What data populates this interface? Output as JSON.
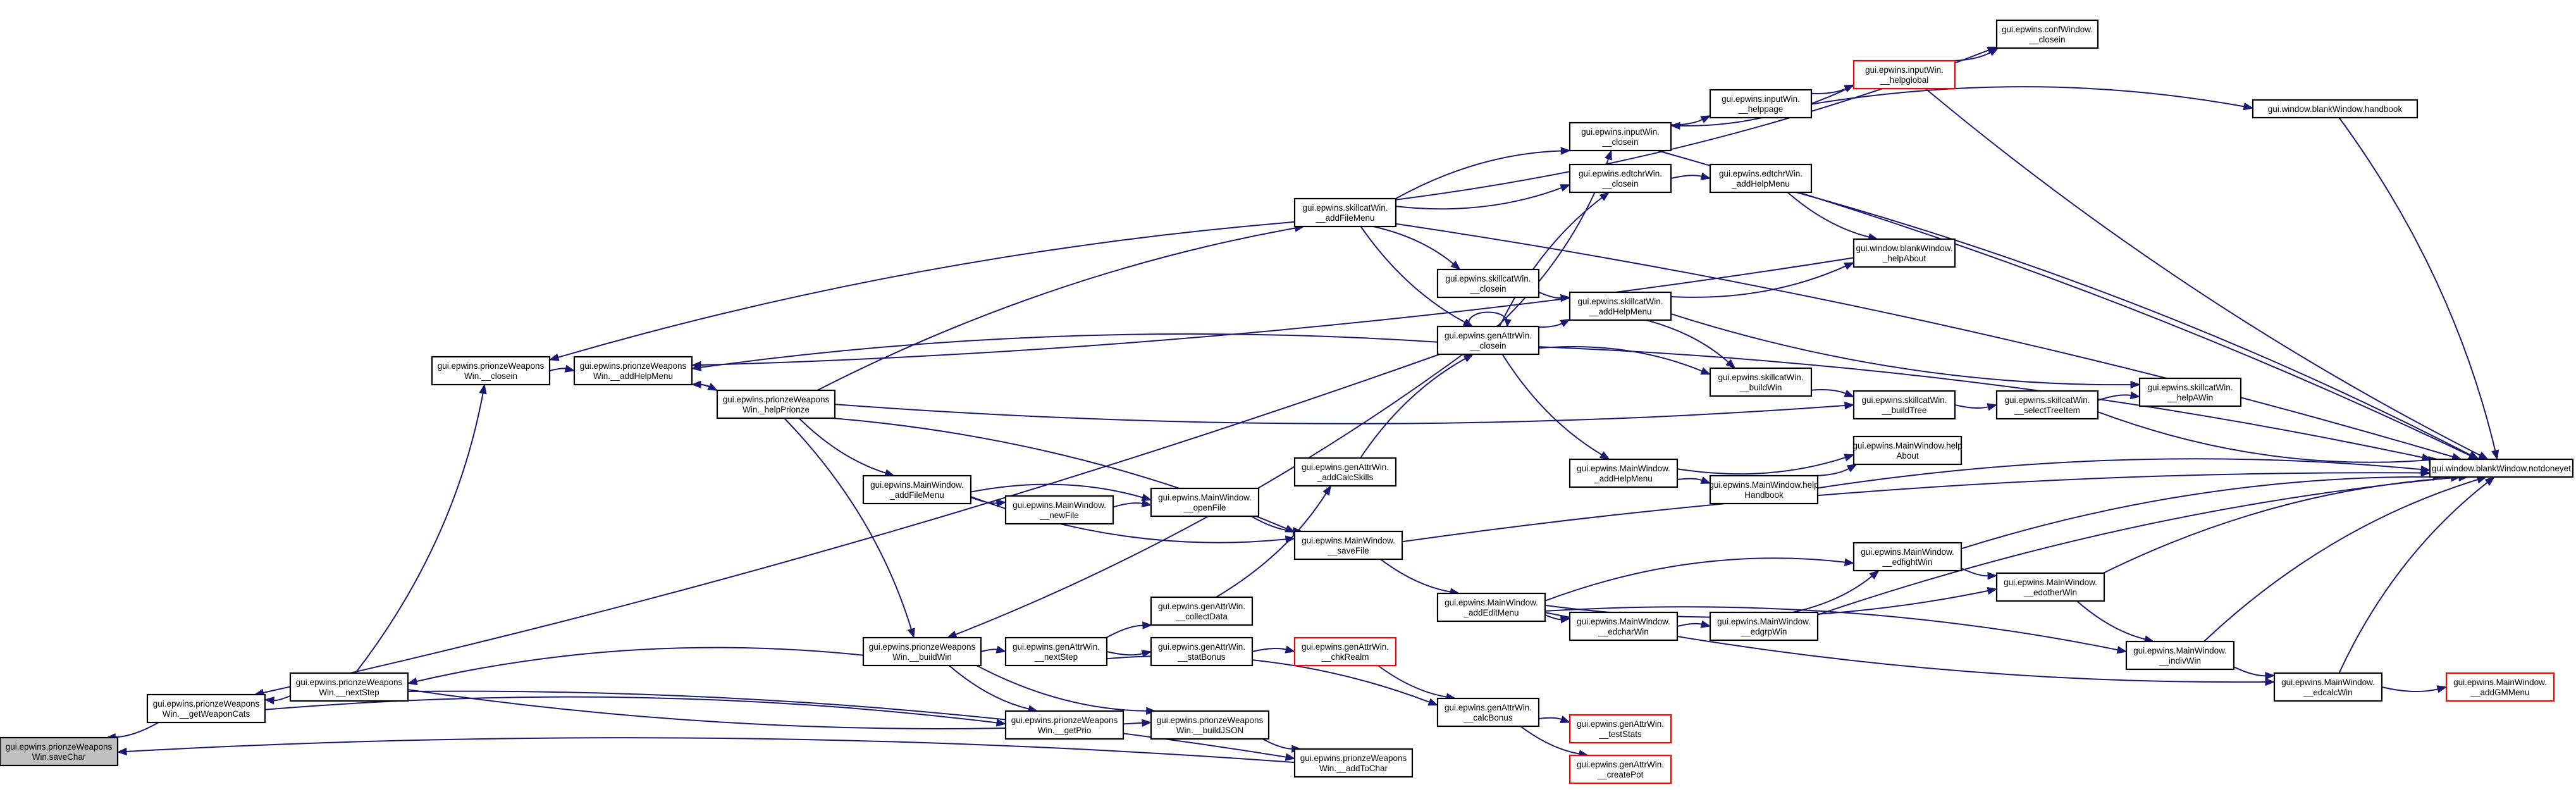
{
  "colors": {
    "edge": "#191970",
    "box_border": "#000000",
    "box_fill": "#ffffff",
    "truncated_border": "#ff0000",
    "focus_fill": "#bfbfbf"
  },
  "nodes": [
    {
      "id": "saveChar",
      "lines": [
        "gui.epwins.prionzeWeapons",
        "Win.saveChar"
      ],
      "style": "focus"
    },
    {
      "id": "getWeaponCats",
      "lines": [
        "gui.epwins.prionzeWeapons",
        "Win.__getWeaponCats"
      ],
      "style": "normal"
    },
    {
      "id": "nextStepP",
      "lines": [
        "gui.epwins.prionzeWeapons",
        "Win.__nextStep"
      ],
      "style": "normal"
    },
    {
      "id": "closeinP",
      "lines": [
        "gui.epwins.prionzeWeapons",
        "Win.__closein"
      ],
      "style": "normal"
    },
    {
      "id": "addHelpMenuP",
      "lines": [
        "gui.epwins.prionzeWeapons",
        "Win.__addHelpMenu"
      ],
      "style": "normal"
    },
    {
      "id": "helpPrionze",
      "lines": [
        "gui.epwins.prionzeWeapons",
        "Win._helpPrionze"
      ],
      "style": "normal"
    },
    {
      "id": "buildWinP",
      "lines": [
        "gui.epwins.prionzeWeapons",
        "Win.__buildWin"
      ],
      "style": "normal"
    },
    {
      "id": "getPrio",
      "lines": [
        "gui.epwins.prionzeWeapons",
        "Win.__getPrio"
      ],
      "style": "normal"
    },
    {
      "id": "buildJSON",
      "lines": [
        "gui.epwins.prionzeWeapons",
        "Win.__buildJSON"
      ],
      "style": "normal"
    },
    {
      "id": "addToChar",
      "lines": [
        "gui.epwins.prionzeWeapons",
        "Win.__addToChar"
      ],
      "style": "normal"
    },
    {
      "id": "mwAddFileMenu",
      "lines": [
        "gui.epwins.MainWindow.",
        "_addFileMenu"
      ],
      "style": "normal"
    },
    {
      "id": "mwNewFile",
      "lines": [
        "gui.epwins.MainWindow.",
        "__newFile"
      ],
      "style": "normal"
    },
    {
      "id": "mwOpenFile",
      "lines": [
        "gui.epwins.MainWindow.",
        "__openFile"
      ],
      "style": "normal"
    },
    {
      "id": "mwSaveFile",
      "lines": [
        "gui.epwins.MainWindow.",
        "__saveFile"
      ],
      "style": "normal"
    },
    {
      "id": "gaNextStep",
      "lines": [
        "gui.epwins.genAttrWin.",
        "__nextStep"
      ],
      "style": "normal"
    },
    {
      "id": "gaCollectData",
      "lines": [
        "gui.epwins.genAttrWin.",
        "__collectData"
      ],
      "style": "normal"
    },
    {
      "id": "gaStatBonus",
      "lines": [
        "gui.epwins.genAttrWin.",
        "__statBonus"
      ],
      "style": "normal"
    },
    {
      "id": "gaAddCalcSkills",
      "lines": [
        "gui.epwins.genAttrWin.",
        "_addCalcSkills"
      ],
      "style": "normal"
    },
    {
      "id": "gaChkRealm",
      "lines": [
        "gui.epwins.genAttrWin.",
        "__chkRealm"
      ],
      "style": "truncated"
    },
    {
      "id": "gaCalcBonus",
      "lines": [
        "gui.epwins.genAttrWin.",
        "__calcBonus"
      ],
      "style": "normal"
    },
    {
      "id": "gaTestStats",
      "lines": [
        "gui.epwins.genAttrWin.",
        "__testStats"
      ],
      "style": "truncated"
    },
    {
      "id": "gaCreatePot",
      "lines": [
        "gui.epwins.genAttrWin.",
        "__createPot"
      ],
      "style": "truncated"
    },
    {
      "id": "skAddFileMenu",
      "lines": [
        "gui.epwins.skillcatWin.",
        "__addFileMenu"
      ],
      "style": "normal"
    },
    {
      "id": "skCloseinSmall",
      "lines": [
        "gui.epwins.skillcatWin.",
        "__closein"
      ],
      "style": "normal"
    },
    {
      "id": "gaClosein",
      "lines": [
        "gui.epwins.genAttrWin.",
        "__closein"
      ],
      "style": "normal"
    },
    {
      "id": "skAddHelpMenu",
      "lines": [
        "gui.epwins.skillcatWin.",
        "__addHelpMenu"
      ],
      "style": "normal"
    },
    {
      "id": "skBuildWin",
      "lines": [
        "gui.epwins.skillcatWin.",
        "__buildWin"
      ],
      "style": "normal"
    },
    {
      "id": "skBuildTree",
      "lines": [
        "gui.epwins.skillcatWin.",
        "__buildTree"
      ],
      "style": "normal"
    },
    {
      "id": "skSelectTreeItem",
      "lines": [
        "gui.epwins.skillcatWin.",
        "__selectTreeItem"
      ],
      "style": "normal"
    },
    {
      "id": "skHelpAWin",
      "lines": [
        "gui.epwins.skillcatWin.",
        "__helpAWin"
      ],
      "style": "normal"
    },
    {
      "id": "edCharClosein",
      "lines": [
        "gui.epwins.edtchrWin.",
        "__closein"
      ],
      "style": "normal"
    },
    {
      "id": "edCharHelpMenu",
      "lines": [
        "gui.epwins.edtchrWin.",
        "_addHelpMenu"
      ],
      "style": "normal"
    },
    {
      "id": "inputClosein",
      "lines": [
        "gui.epwins.inputWin.",
        "__closein"
      ],
      "style": "normal"
    },
    {
      "id": "inputHelppage",
      "lines": [
        "gui.epwins.inputWin.",
        "__helppage"
      ],
      "style": "normal"
    },
    {
      "id": "inputHelpglobal",
      "lines": [
        "gui.epwins.inputWin.",
        "__helpglobal"
      ],
      "style": "truncated"
    },
    {
      "id": "confClosein",
      "lines": [
        "gui.epwins.confWindow.",
        "__closein"
      ],
      "style": "normal"
    },
    {
      "id": "bwHandbook",
      "lines": [
        "gui.window.blankWindow.handbook"
      ],
      "style": "normal"
    },
    {
      "id": "bwHelpAbout",
      "lines": [
        "gui.window.blankWindow.",
        "_helpAbout"
      ],
      "style": "normal"
    },
    {
      "id": "bwNotdoneyet",
      "lines": [
        "gui.window.blankWindow.notdoneyet"
      ],
      "style": "normal"
    },
    {
      "id": "mwAddHelpMenu",
      "lines": [
        "gui.epwins.MainWindow.",
        "_addHelpMenu"
      ],
      "style": "normal"
    },
    {
      "id": "mwHelpHandbook",
      "lines": [
        "gui.epwins.MainWindow.help",
        "Handbook"
      ],
      "style": "normal"
    },
    {
      "id": "mwHelpAbout",
      "lines": [
        "gui.epwins.MainWindow.help",
        "About"
      ],
      "style": "normal"
    },
    {
      "id": "mwAddEditMenu",
      "lines": [
        "gui.epwins.MainWindow.",
        "_addEditMenu"
      ],
      "style": "normal"
    },
    {
      "id": "mwEdcharWin",
      "lines": [
        "gui.epwins.MainWindow.",
        "__edcharWin"
      ],
      "style": "normal"
    },
    {
      "id": "mwEdgrpWin",
      "lines": [
        "gui.epwins.MainWindow.",
        "__edgrpWin"
      ],
      "style": "normal"
    },
    {
      "id": "mwEdfightWin",
      "lines": [
        "gui.epwins.MainWindow.",
        "__edfightWin"
      ],
      "style": "normal"
    },
    {
      "id": "mwEdotherWin",
      "lines": [
        "gui.epwins.MainWindow.",
        "__edotherWin"
      ],
      "style": "normal"
    },
    {
      "id": "mwIndivWin",
      "lines": [
        "gui.epwins.MainWindow.",
        "__indivWin"
      ],
      "style": "normal"
    },
    {
      "id": "mwEdcalcWin",
      "lines": [
        "gui.epwins.MainWindow.",
        "__edcalcWin"
      ],
      "style": "normal"
    },
    {
      "id": "mwAddGMMenu",
      "lines": [
        "gui.epwins.MainWindow.",
        "__addGMMenu"
      ],
      "style": "truncated"
    }
  ],
  "edges": [
    [
      "getWeaponCats",
      "saveChar"
    ],
    [
      "addToChar",
      "saveChar"
    ],
    [
      "nextStepP",
      "getWeaponCats"
    ],
    [
      "buildWinP",
      "nextStepP"
    ],
    [
      "gaClosein",
      "getWeaponCats"
    ],
    [
      "nextStepP",
      "closeinP"
    ],
    [
      "getWeaponCats",
      "getPrio"
    ],
    [
      "nextStepP",
      "buildJSON"
    ],
    [
      "nextStepP",
      "addToChar"
    ],
    [
      "buildJSON",
      "addToChar"
    ],
    [
      "closeinP",
      "addHelpMenuP"
    ],
    [
      "helpPrionze",
      "addHelpMenuP"
    ],
    [
      "addHelpMenuP",
      "helpPrionze"
    ],
    [
      "gaClosein",
      "addHelpMenuP"
    ],
    [
      "bwHelpAbout",
      "addHelpMenuP"
    ],
    [
      "skAddFileMenu",
      "closeinP"
    ],
    [
      "helpPrionze",
      "skAddFileMenu"
    ],
    [
      "helpPrionze",
      "mwAddFileMenu"
    ],
    [
      "helpPrionze",
      "buildWinP"
    ],
    [
      "helpPrionze",
      "skBuildTree"
    ],
    [
      "helpPrionze",
      "mwSaveFile"
    ],
    [
      "buildWinP",
      "getPrio"
    ],
    [
      "buildWinP",
      "gaNextStep"
    ],
    [
      "buildWinP",
      "buildJSON"
    ],
    [
      "gaClosein",
      "buildWinP"
    ],
    [
      "mwAddFileMenu",
      "mwNewFile"
    ],
    [
      "mwAddFileMenu",
      "mwOpenFile"
    ],
    [
      "mwAddFileMenu",
      "mwSaveFile"
    ],
    [
      "mwNewFile",
      "mwOpenFile"
    ],
    [
      "mwOpenFile",
      "mwSaveFile"
    ],
    [
      "gaNextStep",
      "gaCollectData"
    ],
    [
      "gaNextStep",
      "gaStatBonus"
    ],
    [
      "gaNextStep",
      "gaCalcBonus"
    ],
    [
      "gaCollectData",
      "gaAddCalcSkills"
    ],
    [
      "gaStatBonus",
      "gaChkRealm"
    ],
    [
      "gaChkRealm",
      "gaCalcBonus"
    ],
    [
      "gaCalcBonus",
      "gaTestStats"
    ],
    [
      "gaCalcBonus",
      "gaCreatePot"
    ],
    [
      "gaAddCalcSkills",
      "gaClosein"
    ],
    [
      "skAddFileMenu",
      "confClosein"
    ],
    [
      "skAddFileMenu",
      "inputClosein"
    ],
    [
      "skAddFileMenu",
      "edCharClosein"
    ],
    [
      "skAddFileMenu",
      "skCloseinSmall"
    ],
    [
      "skAddFileMenu",
      "gaClosein"
    ],
    [
      "skAddFileMenu",
      "bwNotdoneyet"
    ],
    [
      "skCloseinSmall",
      "skAddHelpMenu"
    ],
    [
      "gaClosein",
      "gaClosein"
    ],
    [
      "gaClosein",
      "inputClosein"
    ],
    [
      "gaClosein",
      "edCharClosein"
    ],
    [
      "gaClosein",
      "skAddHelpMenu"
    ],
    [
      "gaClosein",
      "skBuildWin"
    ],
    [
      "gaClosein",
      "mwAddHelpMenu"
    ],
    [
      "gaClosein",
      "bwNotdoneyet"
    ],
    [
      "inputClosein",
      "inputHelppage"
    ],
    [
      "inputClosein",
      "bwNotdoneyet"
    ],
    [
      "inputHelppage",
      "inputHelpglobal"
    ],
    [
      "inputHelppage",
      "bwHandbook"
    ],
    [
      "inputHelpglobal",
      "confClosein"
    ],
    [
      "inputHelpglobal",
      "inputClosein"
    ],
    [
      "inputHelpglobal",
      "bwNotdoneyet"
    ],
    [
      "edCharClosein",
      "edCharHelpMenu"
    ],
    [
      "edCharHelpMenu",
      "bwHelpAbout"
    ],
    [
      "edCharHelpMenu",
      "bwNotdoneyet"
    ],
    [
      "skAddHelpMenu",
      "bwHelpAbout"
    ],
    [
      "skAddHelpMenu",
      "skBuildWin"
    ],
    [
      "skAddHelpMenu",
      "skHelpAWin"
    ],
    [
      "skBuildWin",
      "skBuildTree"
    ],
    [
      "skBuildTree",
      "skSelectTreeItem"
    ],
    [
      "skSelectTreeItem",
      "skHelpAWin"
    ],
    [
      "skSelectTreeItem",
      "bwNotdoneyet"
    ],
    [
      "bwHandbook",
      "bwNotdoneyet"
    ],
    [
      "mwAddHelpMenu",
      "mwHelpAbout"
    ],
    [
      "mwAddHelpMenu",
      "mwHelpHandbook"
    ],
    [
      "mwHelpHandbook",
      "mwHelpAbout"
    ],
    [
      "mwHelpHandbook",
      "bwNotdoneyet"
    ],
    [
      "mwSaveFile",
      "mwAddEditMenu"
    ],
    [
      "mwSaveFile",
      "bwNotdoneyet"
    ],
    [
      "mwAddEditMenu",
      "mwEdcharWin"
    ],
    [
      "mwAddEditMenu",
      "mwEdfightWin"
    ],
    [
      "mwAddEditMenu",
      "mwEdotherWin"
    ],
    [
      "mwAddEditMenu",
      "mwIndivWin"
    ],
    [
      "mwAddEditMenu",
      "mwEdcalcWin"
    ],
    [
      "mwEdcharWin",
      "mwEdgrpWin"
    ],
    [
      "mwEdgrpWin",
      "mwEdfightWin"
    ],
    [
      "mwEdgrpWin",
      "bwNotdoneyet"
    ],
    [
      "mwEdfightWin",
      "mwEdotherWin"
    ],
    [
      "mwEdfightWin",
      "bwNotdoneyet"
    ],
    [
      "mwEdotherWin",
      "mwIndivWin"
    ],
    [
      "mwEdotherWin",
      "bwNotdoneyet"
    ],
    [
      "mwIndivWin",
      "mwEdcalcWin"
    ],
    [
      "mwIndivWin",
      "bwNotdoneyet"
    ],
    [
      "mwEdcalcWin",
      "mwAddGMMenu"
    ],
    [
      "mwEdcalcWin",
      "bwNotdoneyet"
    ]
  ]
}
